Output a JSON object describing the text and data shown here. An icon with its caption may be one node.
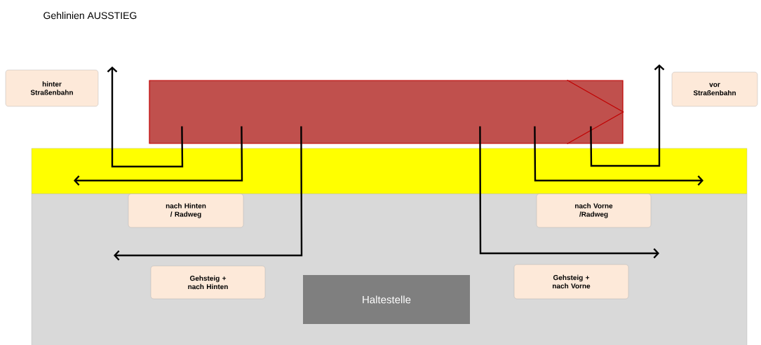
{
  "diagram": {
    "title": "Gehlinien AUSSTIEG",
    "nodes": [
      {
        "text": [
          "hinter Straßenbahn"
        ]
      },
      {
        "text": [],
        "shape": "box"
      },
      {
        "text": [
          "vor Straßenbahn"
        ]
      },
      {
        "text": [
          "nach Hinten / Radweg"
        ]
      },
      {
        "text": [
          "nach Vorne /Radweg"
        ]
      },
      {
        "text": [
          "Gehsteig + nach Hinten"
        ]
      },
      {
        "text": [
          "Gehsteig + nach Vorne"
        ]
      },
      {
        "text": [
          "Haltestelle"
        ]
      }
    ],
    "edges": [
      {
        "from": 1,
        "to": null,
        "arrow": "to"
      },
      {
        "from": 1,
        "to": null,
        "arrow": "to"
      },
      {
        "from": 1,
        "to": null,
        "arrow": "to"
      },
      {
        "from": 1,
        "to": null,
        "arrow": "to"
      },
      {
        "from": 1,
        "to": null,
        "arrow": "to"
      },
      {
        "from": 1,
        "to": null,
        "arrow": "to"
      }
    ]
  }
}
